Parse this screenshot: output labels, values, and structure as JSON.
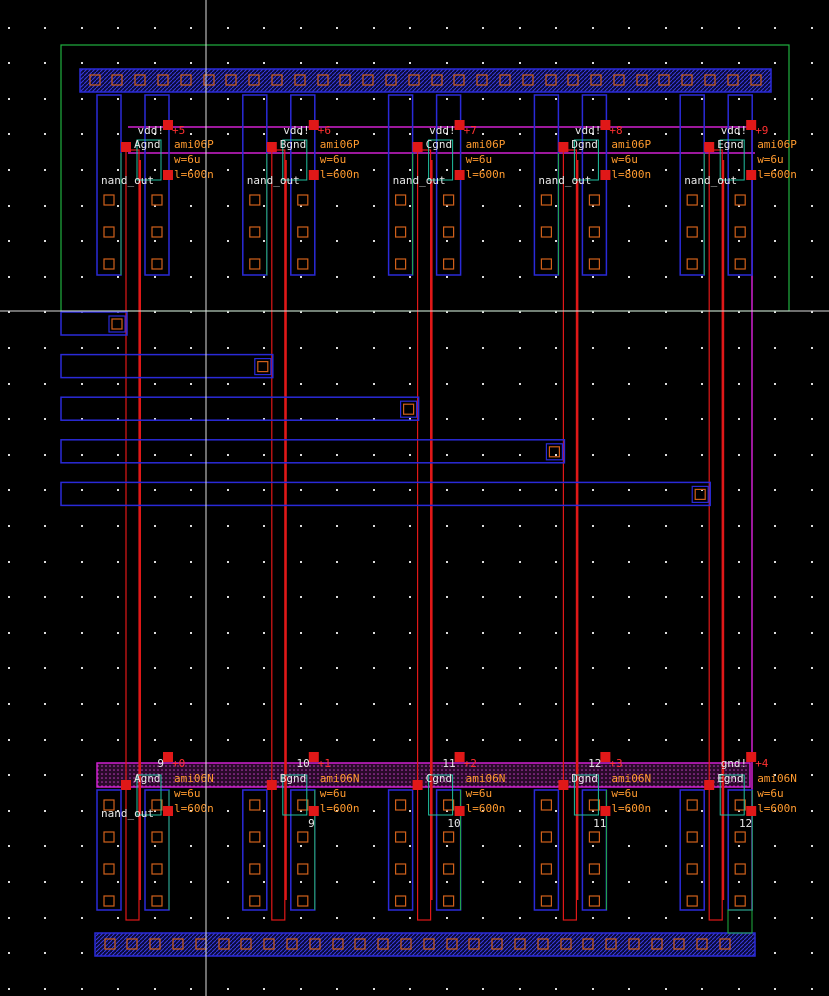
{
  "colors": {
    "background": "#000000",
    "metal1": "#2a2ad8",
    "contact": "#d0601a",
    "poly": "#e01818",
    "metal2": "#d020d0",
    "nwell": "#20b040",
    "active_edge": "#20c0a0",
    "grid": "#ffffff"
  },
  "pmos_cells": [
    {
      "net": "vdd!",
      "pin": "+5",
      "gate": "A",
      "src": "gnd",
      "model": "ami06P",
      "w": "w=6u",
      "l": "l=600n",
      "out": "nand_out"
    },
    {
      "net": "vdd!",
      "pin": "+6",
      "gate": "B",
      "src": "gnd",
      "model": "ami06P",
      "w": "w=6u",
      "l": "l=600n",
      "out": "nand_out"
    },
    {
      "net": "vdd!",
      "pin": "+7",
      "gate": "C",
      "src": "gnd",
      "model": "ami06P",
      "w": "w=6u",
      "l": "l=600n",
      "out": "nand_out"
    },
    {
      "net": "vdd!",
      "pin": "+8",
      "gate": "D",
      "src": "gnd",
      "model": "ami06P",
      "w": "w=6u",
      "l": "l=800n",
      "out": "nand_out"
    },
    {
      "net": "vdd!",
      "pin": "+9",
      "gate": "E",
      "src": "gnd",
      "model": "ami06P",
      "w": "w=6u",
      "l": "l=600n",
      "out": "nand_out"
    }
  ],
  "nmos_cells": [
    {
      "net": "9",
      "pin": "+0",
      "gate": "A",
      "src": "gnd",
      "model": "ami06N",
      "w": "w=6u",
      "l": "l=600n",
      "out": "nand_out",
      "node": ""
    },
    {
      "net": "10",
      "pin": "+1",
      "gate": "B",
      "src": "gnd",
      "model": "ami06N",
      "w": "w=6u",
      "l": "l=600n",
      "out": "",
      "node": "9"
    },
    {
      "net": "11",
      "pin": "+2",
      "gate": "C",
      "src": "gnd",
      "model": "ami06N",
      "w": "w=6u",
      "l": "l=600n",
      "out": "",
      "node": "10"
    },
    {
      "net": "12",
      "pin": "+3",
      "gate": "D",
      "src": "gnd",
      "model": "ami06N",
      "w": "w=6u",
      "l": "l=600n",
      "out": "",
      "node": "11"
    },
    {
      "net": "gnd!",
      "pin": "+4",
      "gate": "E",
      "src": "gnd",
      "model": "ami06N",
      "w": "w=6u",
      "l": "l=600n",
      "out": "",
      "node": "12"
    }
  ]
}
